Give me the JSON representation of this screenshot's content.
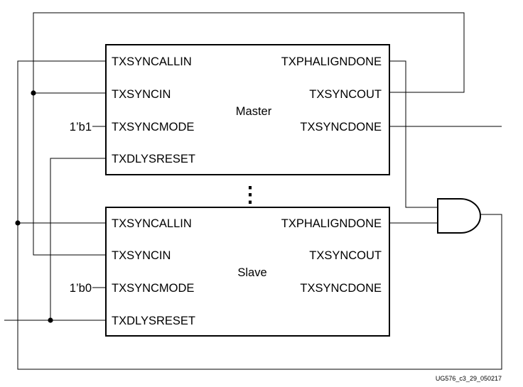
{
  "master": {
    "name": "Master",
    "inputs": [
      "TXSYNCALLIN",
      "TXSYNCIN",
      "TXSYNCMODE",
      "TXDLYSRESET"
    ],
    "outputs": [
      "TXPHALIGNDONE",
      "TXSYNCOUT",
      "TXSYNCDONE"
    ],
    "mode_value": "1’b1"
  },
  "slave": {
    "name": "Slave",
    "inputs": [
      "TXSYNCALLIN",
      "TXSYNCIN",
      "TXSYNCMODE",
      "TXDLYSRESET"
    ],
    "outputs": [
      "TXPHALIGNDONE",
      "TXSYNCOUT",
      "TXSYNCDONE"
    ],
    "mode_value": "1’b0"
  },
  "continuation_marker": "⋮",
  "figure_id": "UG576_c3_29_050217"
}
